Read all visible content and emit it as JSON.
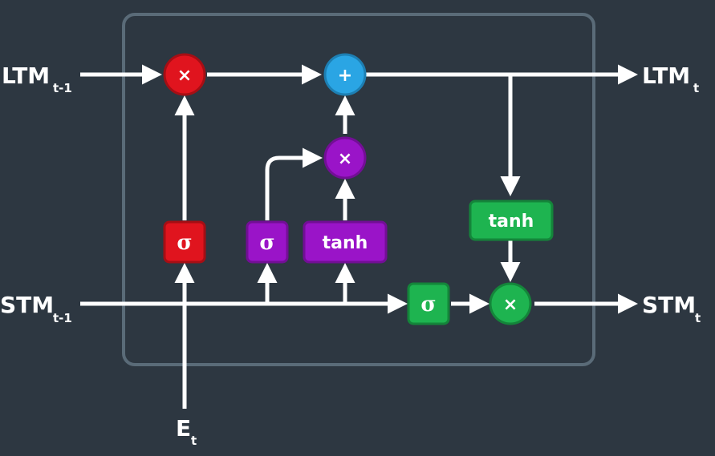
{
  "labels": {
    "ltm_in": {
      "main": "LTM",
      "sub": "t-1"
    },
    "ltm_out": {
      "main": "LTM",
      "sub": "t"
    },
    "stm_in": {
      "main": "STM",
      "sub": "t-1"
    },
    "stm_out": {
      "main": "STM",
      "sub": "t"
    },
    "event_in": {
      "main": "E",
      "sub": "t"
    }
  },
  "gates": {
    "forget": {
      "sigma": "σ",
      "op": "×"
    },
    "learn": {
      "sigma": "σ",
      "tanh": "tanh",
      "op": "×"
    },
    "remember": {
      "op": "+"
    },
    "use": {
      "sigma": "σ",
      "tanh": "tanh",
      "op": "×"
    }
  },
  "colors": {
    "background": "#2d3741",
    "cell_border": "#5a6b78",
    "forget": "#e0141e",
    "learn": "#9a14c8",
    "remember": "#2aa5e4",
    "use": "#1eb450",
    "wire": "#ffffff"
  }
}
